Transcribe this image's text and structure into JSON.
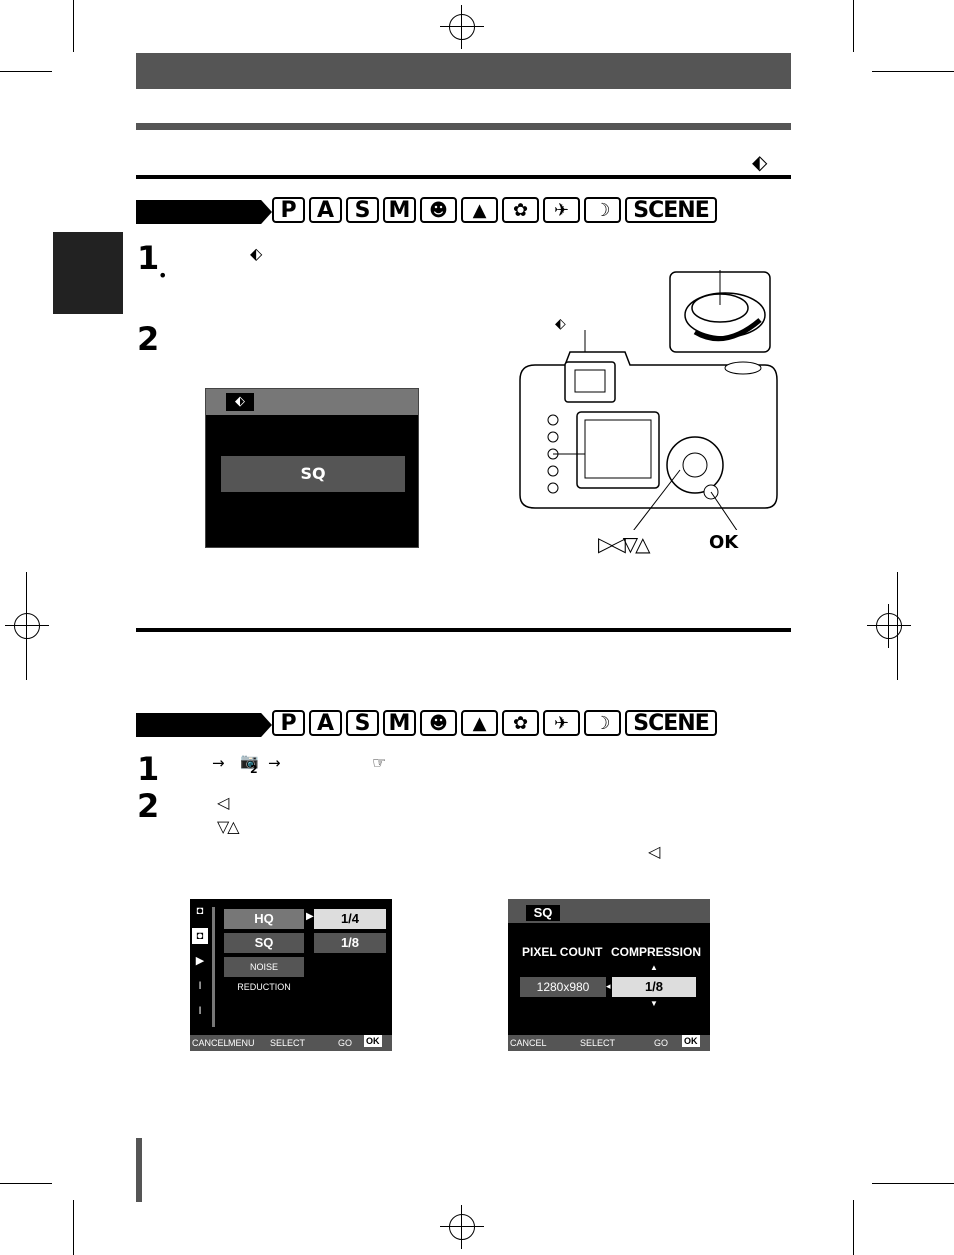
{
  "section1": {
    "steps": [
      "1",
      "2"
    ],
    "quality_icon": "⬖",
    "camera_labels": {
      "ok": "OK",
      "arrows": "▷◁▽△"
    },
    "lcd": {
      "value": "SQ"
    }
  },
  "modes": [
    "P",
    "A",
    "S",
    "M"
  ],
  "scene_icons": [
    "portrait-icon",
    "landscape-icon",
    "macro-icon",
    "sports-icon",
    "night-scene-icon"
  ],
  "scene_label": "SCENE",
  "section2": {
    "steps": [
      "1",
      "2"
    ],
    "step1_arrow1": "→",
    "step1_arrow2": "→",
    "step1_sub": "2",
    "step2_arrow_left": "◁",
    "step2_arrows_updown": "▽△",
    "step2_arrow_left_end": "◁"
  },
  "menu_screen": {
    "rows": [
      {
        "label": "HQ",
        "value": "1/4"
      },
      {
        "label": "SQ",
        "value": "1/8"
      }
    ],
    "noise": "NOISE REDUCTION",
    "footer": {
      "cancel": "CANCEL",
      "cancel_target": "MENU",
      "select": "SELECT",
      "go": "GO",
      "ok": "OK"
    }
  },
  "sq_screen": {
    "title": "SQ",
    "col1": "PIXEL COUNT",
    "col2": "COMPRESSION",
    "pixel": "1280x980",
    "compression": "1/8",
    "footer": {
      "cancel": "CANCEL",
      "select": "SELECT",
      "go": "GO",
      "ok": "OK"
    }
  }
}
